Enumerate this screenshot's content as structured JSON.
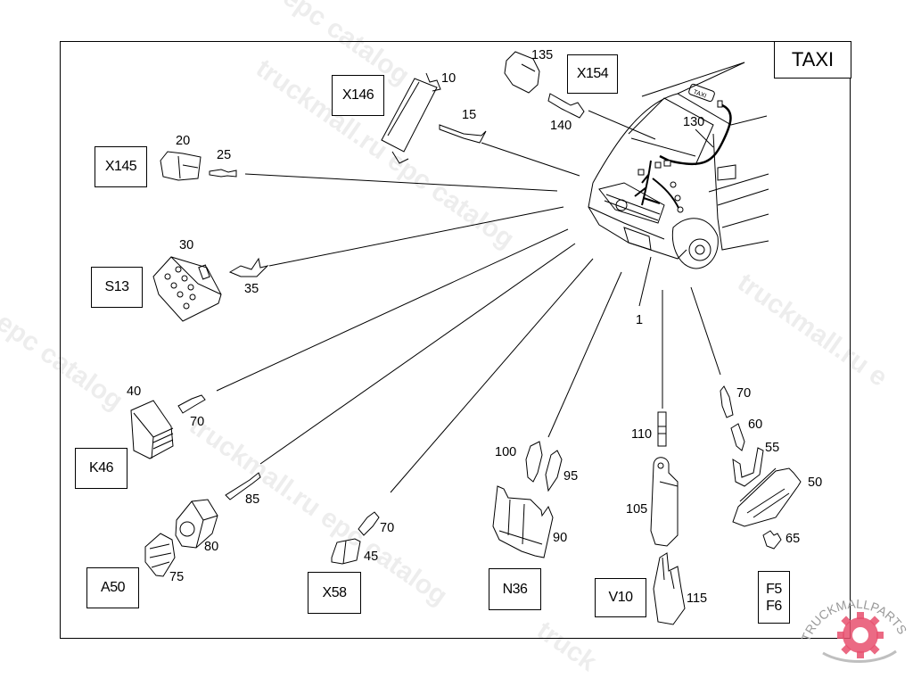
{
  "diagram": {
    "title": "TAXI",
    "domain_hint": "parts catalog exploded view",
    "components": [
      {
        "designation": "X146",
        "parts": [
          "10",
          "15"
        ]
      },
      {
        "designation": "X154",
        "parts": [
          "135",
          "140"
        ]
      },
      {
        "designation": "X145",
        "parts": [
          "20",
          "25"
        ]
      },
      {
        "designation": "S13",
        "parts": [
          "30",
          "35"
        ]
      },
      {
        "designation": "K46",
        "parts": [
          "40",
          "70"
        ]
      },
      {
        "designation": "A50",
        "parts": [
          "75",
          "80",
          "85"
        ]
      },
      {
        "designation": "X58",
        "parts": [
          "45",
          "70"
        ]
      },
      {
        "designation": "N36",
        "parts": [
          "90",
          "95",
          "100"
        ]
      },
      {
        "designation": "V10",
        "parts": [
          "105",
          "110",
          "115"
        ]
      },
      {
        "designation_lines": [
          "F5",
          "F6"
        ],
        "parts": [
          "50",
          "55",
          "60",
          "65",
          "70"
        ]
      }
    ],
    "vehicle_callouts": [
      "1",
      "130"
    ]
  },
  "labels": {
    "x146": "X146",
    "x154": "X154",
    "x145": "X145",
    "s13": "S13",
    "k46": "K46",
    "a50": "A50",
    "x58": "X58",
    "n36": "N36",
    "v10": "V10",
    "f5": "F5",
    "f6": "F6"
  },
  "numbers": {
    "n1": "1",
    "n10": "10",
    "n15": "15",
    "n20": "20",
    "n25": "25",
    "n30": "30",
    "n35": "35",
    "n40": "40",
    "n45": "45",
    "n50": "50",
    "n55": "55",
    "n60": "60",
    "n65": "65",
    "n70a": "70",
    "n70b": "70",
    "n70c": "70",
    "n75": "75",
    "n80": "80",
    "n85": "85",
    "n90": "90",
    "n95": "95",
    "n100": "100",
    "n105": "105",
    "n110": "110",
    "n115": "115",
    "n130": "130",
    "n135": "135",
    "n140": "140"
  },
  "watermarks": {
    "w1": "epc catalog",
    "w2": "truckmall.ru epc catalog",
    "w3": "l epc catalog",
    "w4": "truckmall.ru epc catalog",
    "w5": "truckmall.ru e",
    "w6": "truck"
  },
  "logo": {
    "text": "TRUCKMALLPARTS",
    "accent_color": "#e8506e"
  },
  "colors": {
    "line": "#000000",
    "background": "#ffffff",
    "watermark": "#d0d0d0"
  }
}
